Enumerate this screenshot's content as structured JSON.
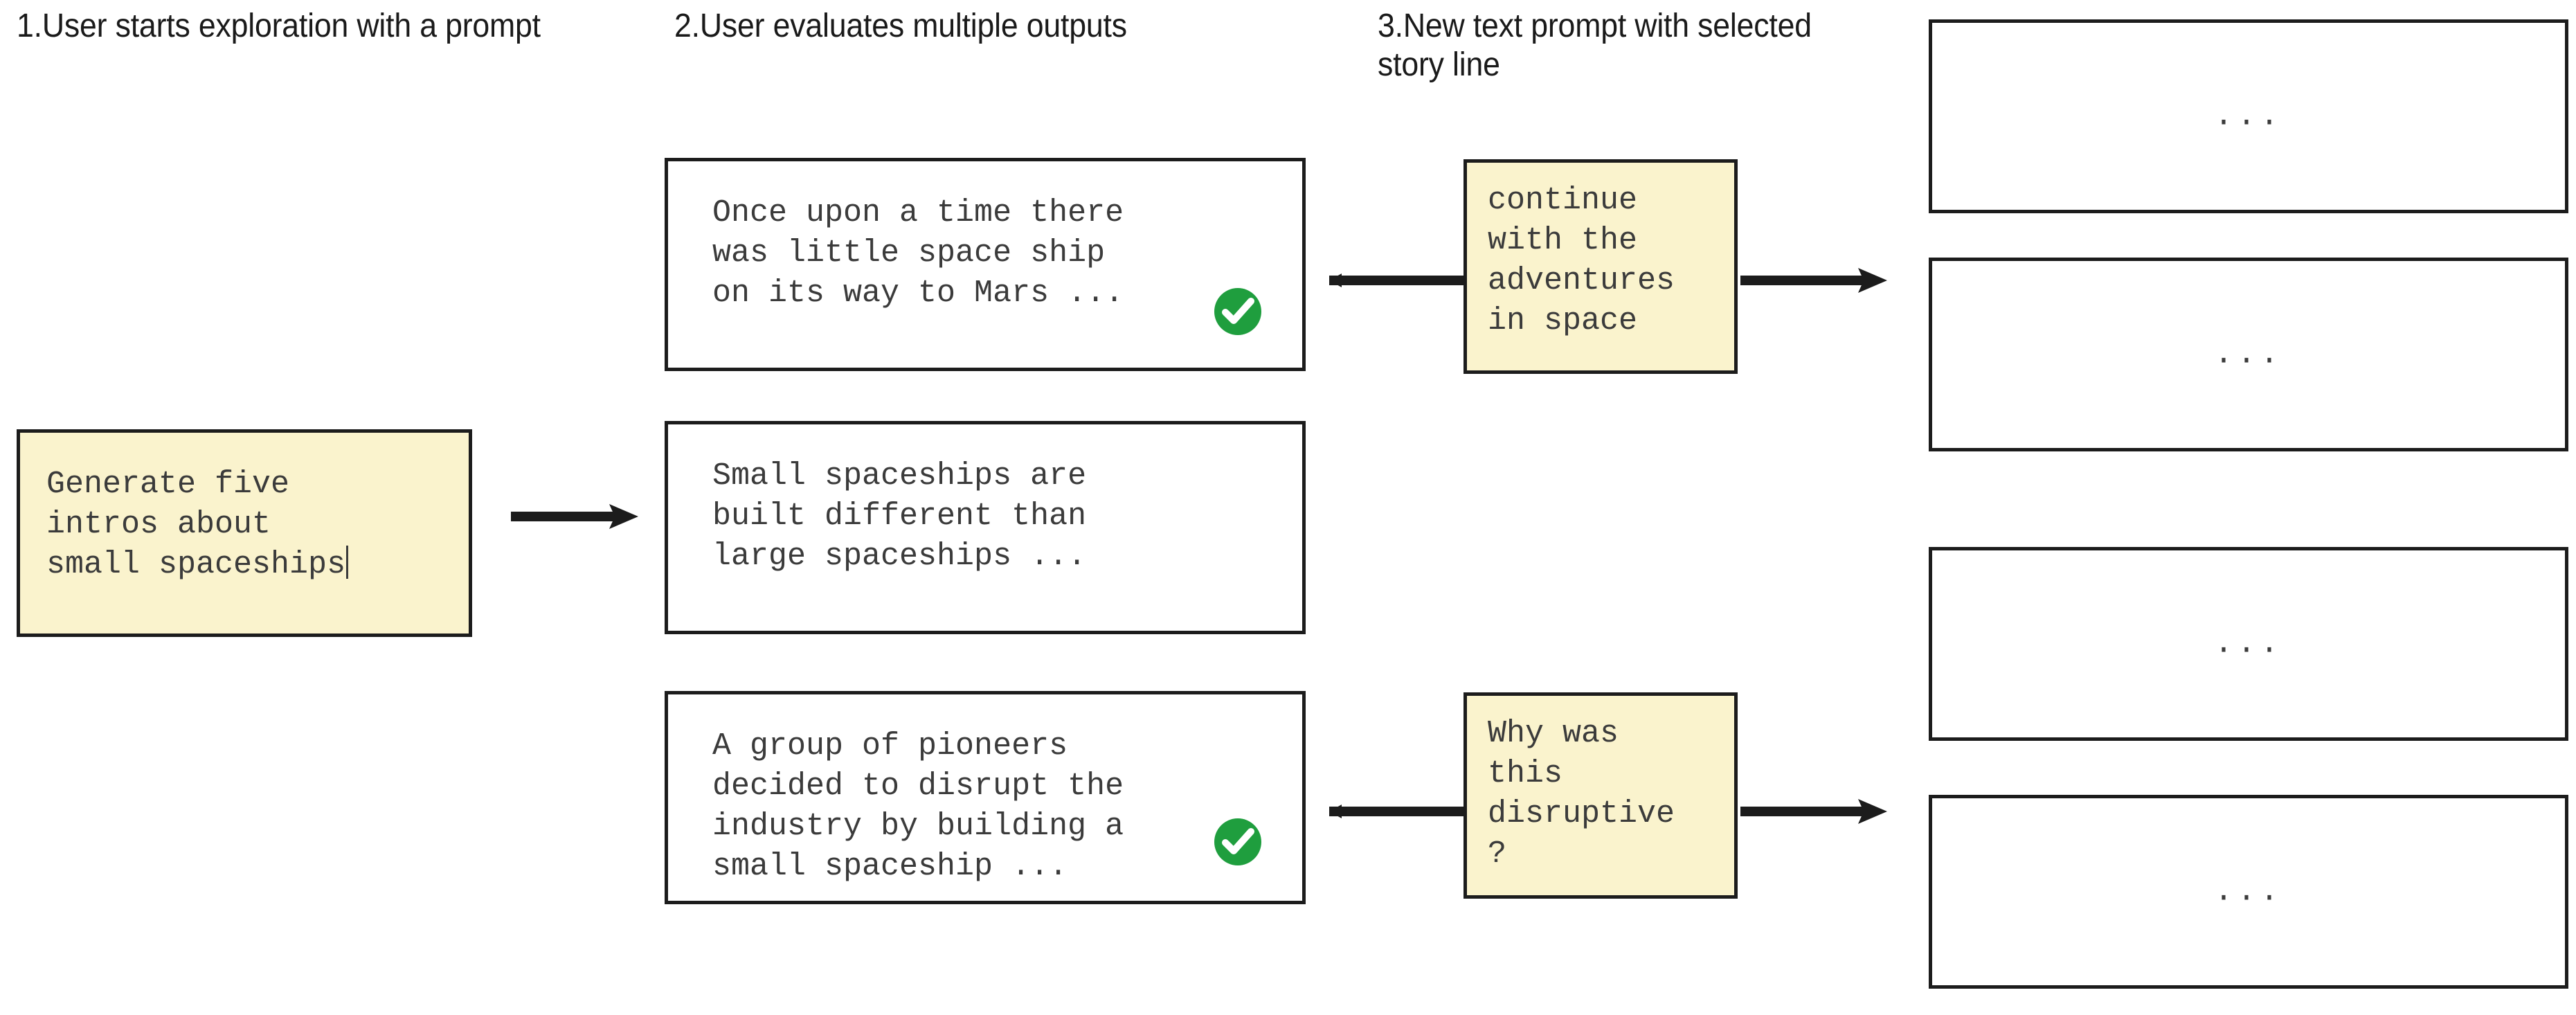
{
  "columns": {
    "step1_heading": "1.User starts exploration with a prompt",
    "step2_heading": "2.User evaluates multiple outputs",
    "step3_heading": "3.New text prompt with selected story line"
  },
  "prompt": {
    "text": "Generate five\nintros about\nsmall spaceships",
    "has_caret": true
  },
  "outputs": [
    {
      "text": "Once upon a time there\nwas little space ship\non its way to Mars ...",
      "selected": true,
      "badge": "check-circle-icon"
    },
    {
      "text": "Small spaceships are\nbuilt different than\nlarge spaceships ...",
      "selected": false,
      "badge": ""
    },
    {
      "text": "A group of pioneers\ndecided to disrupt the\nindustry by building a\nsmall spaceship ...",
      "selected": true,
      "badge": "check-circle-icon"
    }
  ],
  "new_prompts": [
    {
      "text": "continue\nwith the\nadventures\nin space"
    },
    {
      "text": "Why was\nthis\ndisruptive\n?"
    }
  ],
  "results": [
    {
      "text": "..."
    },
    {
      "text": "..."
    },
    {
      "text": "..."
    },
    {
      "text": "..."
    }
  ],
  "colors": {
    "prompt_fill": "#faf3cd",
    "border": "#1c1c1c",
    "text": "#3b3b3b",
    "heading_text": "#1a1a1a",
    "check_green": "#1f9e3e",
    "check_mark": "#ffffff",
    "arrow": "#1c1c1c",
    "background": "#ffffff"
  }
}
